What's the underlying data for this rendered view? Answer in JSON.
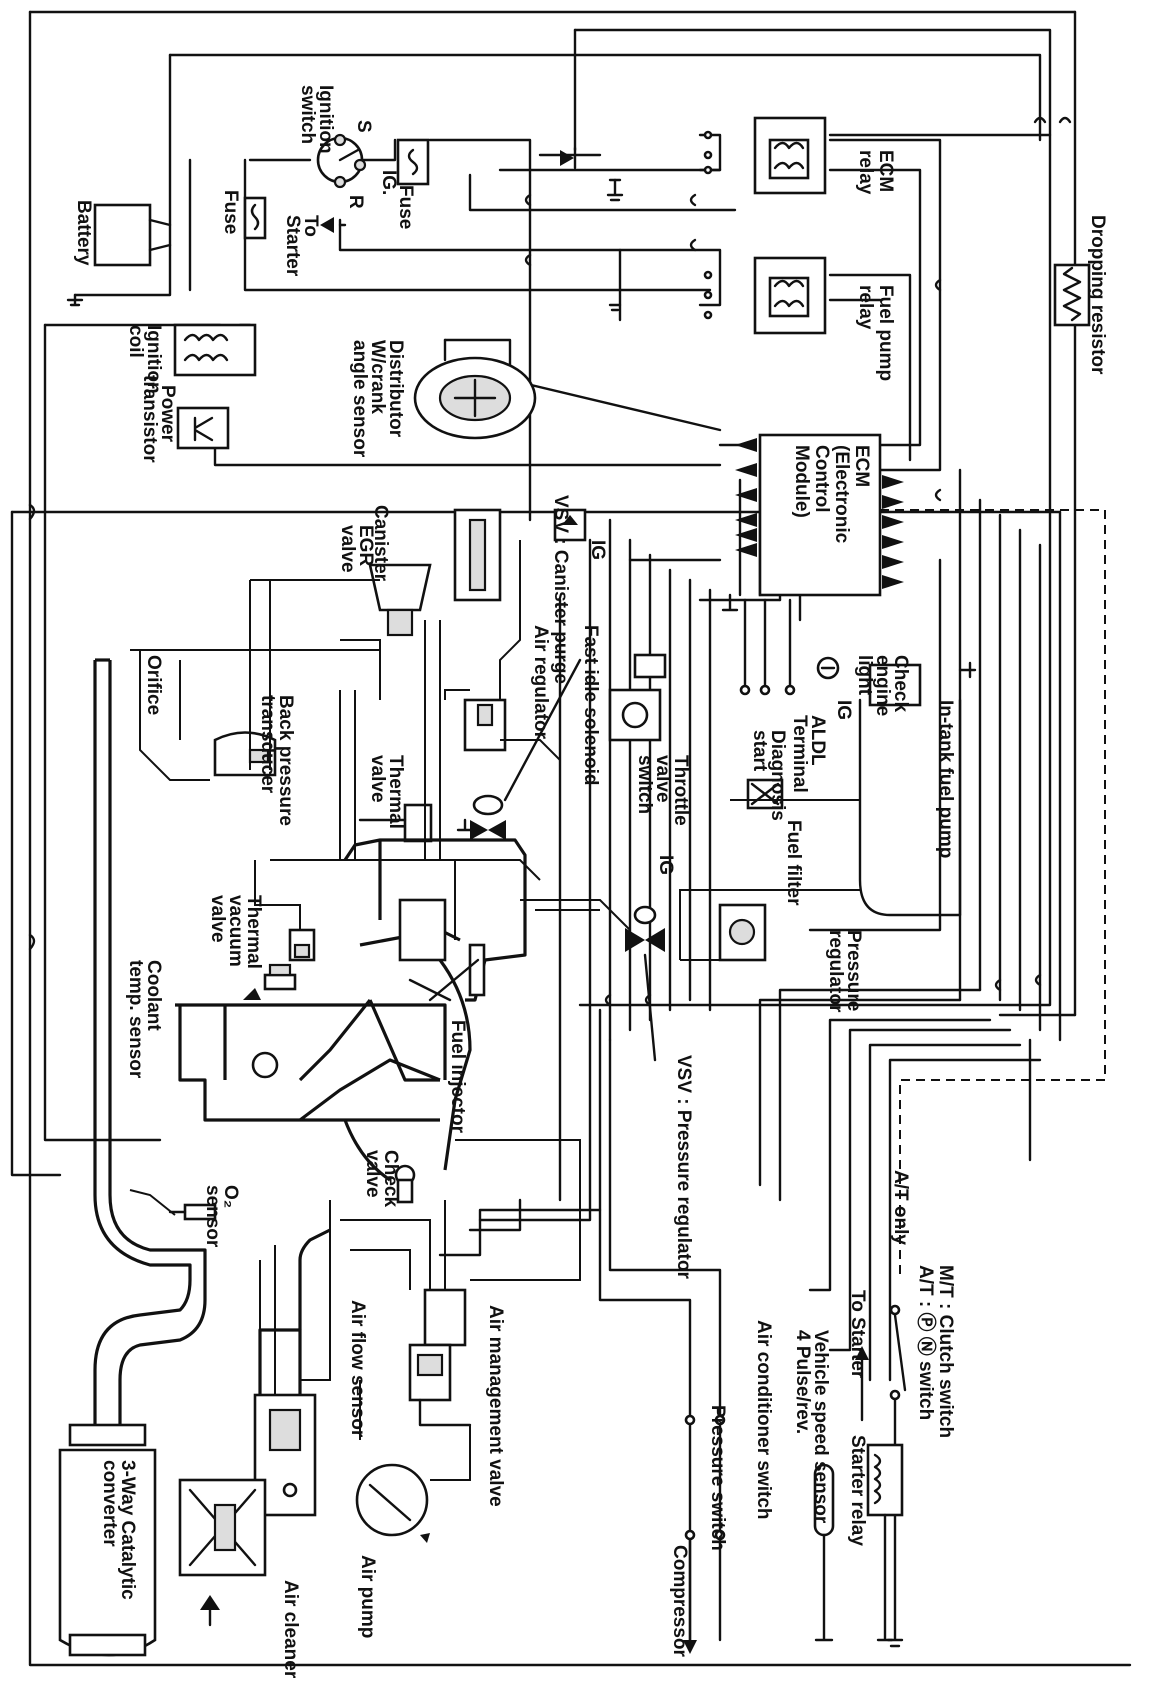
{
  "labels": {
    "dropping_resistor": "Dropping resistor",
    "ecm_relay": [
      "ECM",
      "relay"
    ],
    "fuel_pump_relay": [
      "Fuel pump",
      "relay"
    ],
    "ignition_switch": [
      "Ignition",
      "switch"
    ],
    "ign_s": "S",
    "ign_ig": "IG.",
    "ign_r": "R",
    "fuse_1": "Fuse",
    "fuse_2": "Fuse",
    "battery": "Battery",
    "to_starter_top": [
      "To",
      "Starter"
    ],
    "ignition_coil": [
      "Ignition",
      "coil"
    ],
    "power_transistor": [
      "Power",
      "transistor"
    ],
    "distributor": [
      "Distributor",
      "W/crank",
      "angle sensor"
    ],
    "ecm": [
      "ECM",
      "(Electronic",
      "Control",
      "Module)"
    ],
    "canister": "Canister",
    "egr_valve": [
      "EGR",
      "valve"
    ],
    "vsv_canister": "VSV : Canister purge",
    "ig_1": "IG",
    "air_regulator": "Air regulator",
    "fast_idle_solenoid": "Fast idle solenoid",
    "check_engine_light": [
      "Check",
      "engine",
      "light"
    ],
    "ig_2": "IG",
    "aldl": [
      "ALDL",
      "Terminal"
    ],
    "diagnosis": [
      "Diagnosis",
      "start"
    ],
    "in_tank_pump": "In-tank fuel pump",
    "fuel_filter": "Fuel filter",
    "pressure_regulator": [
      "Pressure",
      "regulator"
    ],
    "orifice": "Orifice",
    "back_pressure_transducer": [
      "Back pressure",
      "transducer"
    ],
    "thermal_valve": [
      "Thermal",
      "valve"
    ],
    "throttle_valve_switch": [
      "Throttle",
      "valve",
      "switch"
    ],
    "ig_3": "IG",
    "thermal_vacuum_valve": [
      "Thermal",
      "vacuum",
      "valve"
    ],
    "coolant_sensor": [
      "Coolant",
      "temp. sensor"
    ],
    "fuel_injector": "Fuel injector",
    "vsv_pressure": "VSV : Pressure regulator",
    "check_valve": [
      "Check",
      "valve"
    ],
    "o2_sensor": [
      "O₂",
      "sensor"
    ],
    "at_only": "A/T only",
    "mt_at_switch": [
      "M/T : Clutch switch",
      "A/T : Ⓟ Ⓝ switch"
    ],
    "to_starter_bottom": "To Starter",
    "starter_relay": "Starter relay",
    "vss": [
      "Vehicle speed sensor",
      "4 Pulse/rev."
    ],
    "air_conditioner_switch": "Air conditioner switch",
    "pressure_switch": "Pressure switch",
    "compressor": "Compressor",
    "air_flow_sensor": "Air flow sensor",
    "air_management_valve": "Air management valve",
    "air_pump": "Air pump",
    "catalytic_converter": [
      "3-Way Catalytic",
      "converter"
    ],
    "air_cleaner": "Air cleaner"
  }
}
